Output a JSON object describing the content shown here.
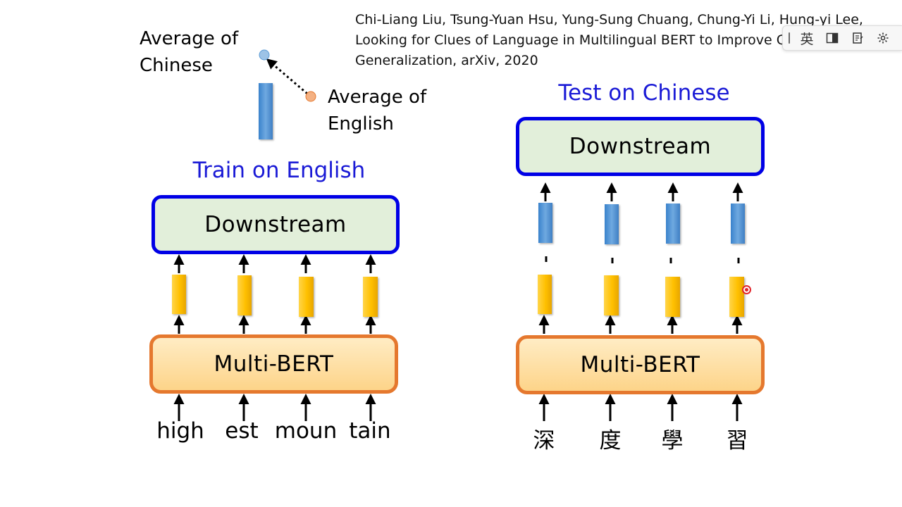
{
  "citation": {
    "text": "Chi-Liang Liu, Tsung-Yuan Hsu, Yung-Sung Chuang, Chung-Yi Li, Hung-yi Lee,\nLooking for Clues of Language in Multilingual BERT to Improve Cross-lingual\nGeneralization, arXiv, 2020"
  },
  "legend": {
    "chinese_label": "Average of\nChinese",
    "english_label": "Average of\nEnglish",
    "chinese_dot_color": "#9dc3e6",
    "english_dot_color": "#f4b183"
  },
  "left_panel": {
    "title": "Train on English",
    "downstream_label": "Downstream",
    "model_label": "Multi-BERT",
    "tokens": [
      "high",
      "est",
      "moun",
      "tain"
    ]
  },
  "right_panel": {
    "title": "Test on Chinese",
    "downstream_label": "Downstream",
    "model_label": "Multi-BERT",
    "tokens": [
      "深",
      "度",
      "學",
      "習"
    ]
  },
  "ime_toolbar": {
    "language_label": "英",
    "icons": [
      "grip-icon",
      "language-mode-icon",
      "half-width-icon",
      "notebook-icon",
      "settings-icon"
    ]
  },
  "colors": {
    "title_blue": "#1a1ad6",
    "downstream_fill": "#e2efda",
    "downstream_border": "#0000e6",
    "bert_border": "#e5782e",
    "yellow_vector": "#ffc000",
    "blue_vector": "#5b9bd5"
  }
}
